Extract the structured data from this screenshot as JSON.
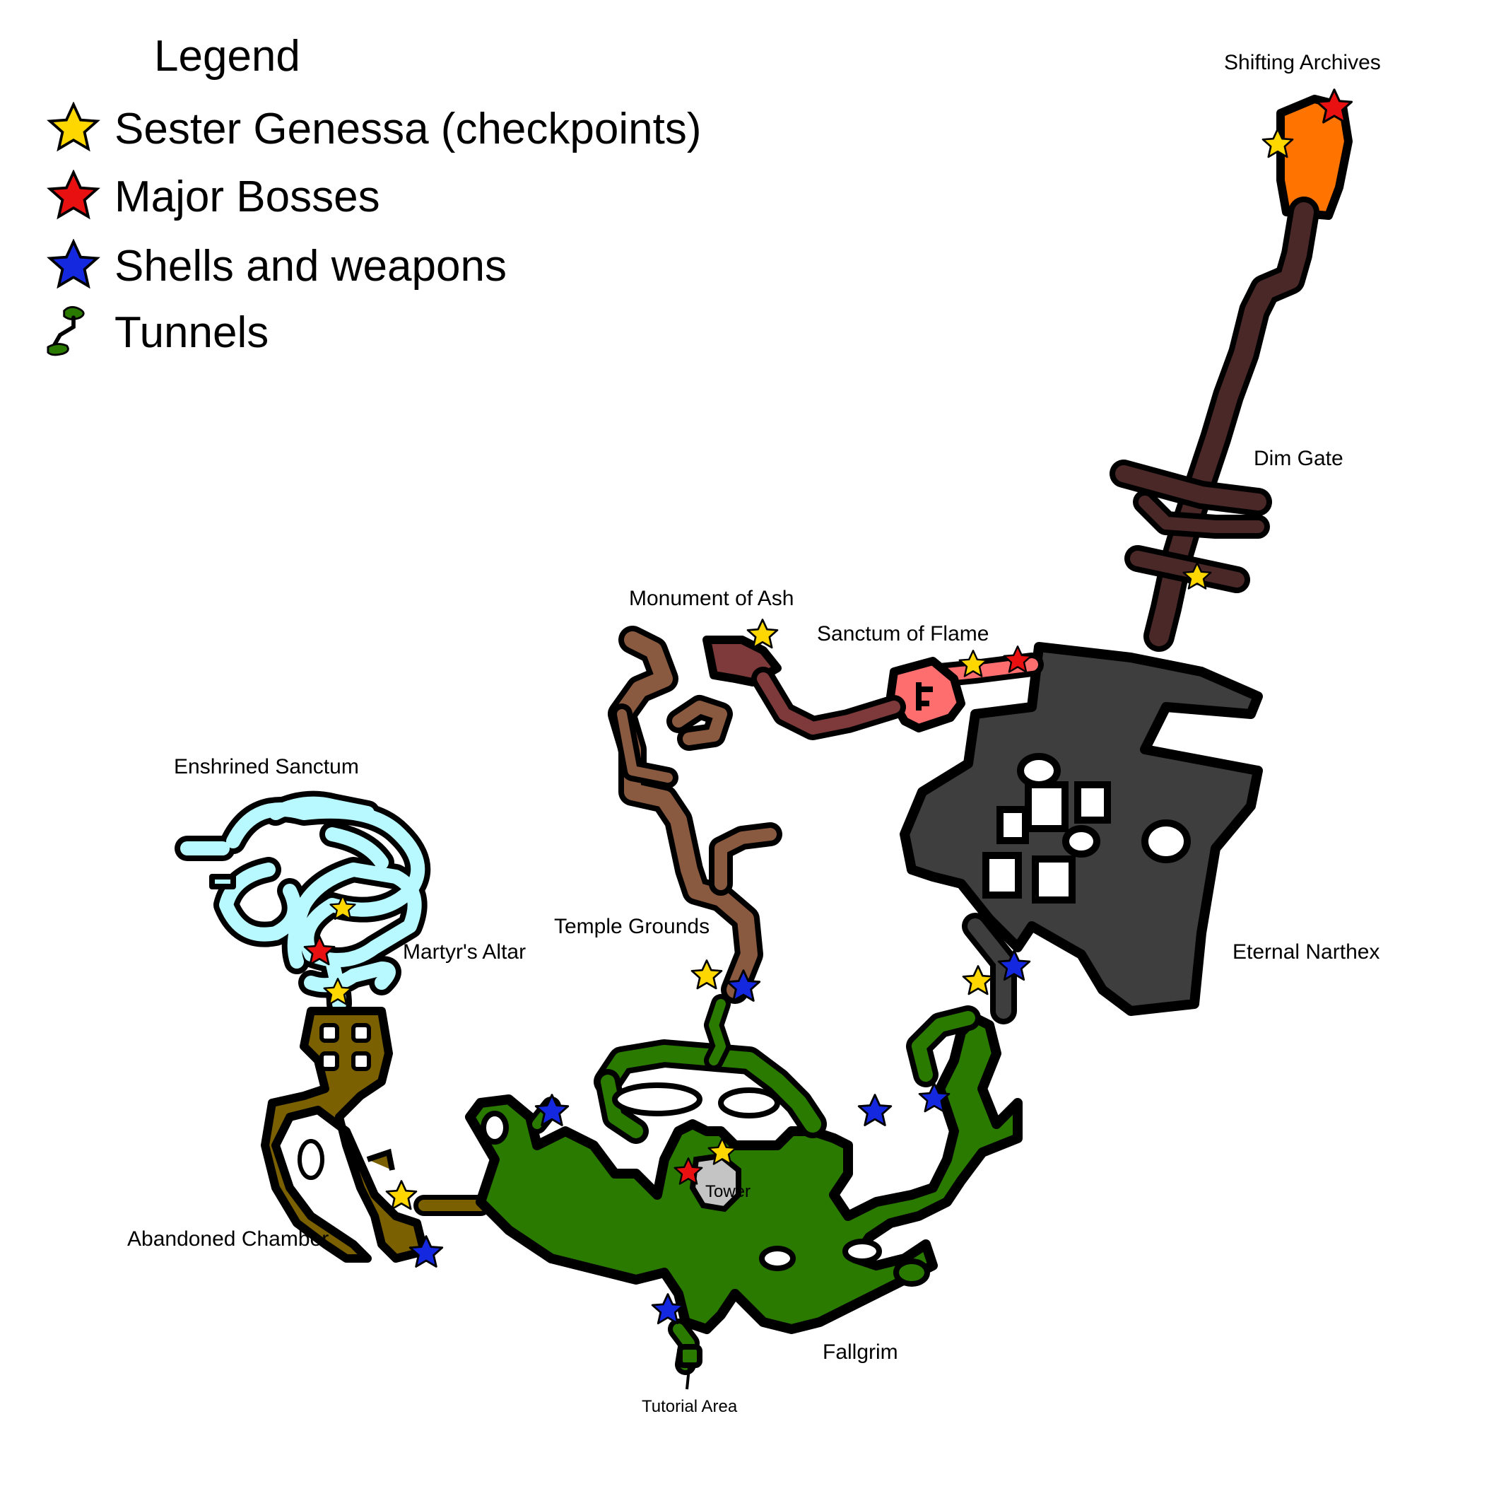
{
  "legend": {
    "title": "Legend",
    "items": [
      {
        "label": "Sester Genessa (checkpoints)",
        "icon": "yellow-star-icon",
        "color": "#FFD700"
      },
      {
        "label": "Major Bosses",
        "icon": "red-star-icon",
        "color": "#E81010"
      },
      {
        "label": "Shells and weapons",
        "icon": "blue-star-icon",
        "color": "#1428E0"
      },
      {
        "label": "Tunnels",
        "icon": "tunnel-icon",
        "color": "#2A7A00"
      }
    ]
  },
  "regions": {
    "shifting_archives": {
      "label": "Shifting Archives",
      "color": "#FF7300"
    },
    "dim_gate": {
      "label": "Dim Gate",
      "color": "#4A2828"
    },
    "monument_of_ash": {
      "label": "Monument of Ash",
      "color": "#7E3A3A"
    },
    "sanctum_of_flame": {
      "label": "Sanctum of Flame",
      "color": "#FF6E6E"
    },
    "enshrined_sanctum": {
      "label": "Enshrined Sanctum",
      "color": "#B8F8FF"
    },
    "martyrs_altar": {
      "label": "Martyr's Altar"
    },
    "temple_grounds": {
      "label": "Temple Grounds",
      "color": "#8A5A40"
    },
    "eternal_narthex": {
      "label": "Eternal Narthex",
      "color": "#3E3E3E"
    },
    "abandoned_chamber": {
      "label": "Abandoned Chamber",
      "color": "#7A6000"
    },
    "tower": {
      "label": "Tower",
      "color": "#C4C4C4"
    },
    "fallgrim": {
      "label": "Fallgrim",
      "color": "#2A7A00"
    },
    "tutorial_area": {
      "label": "Tutorial Area"
    }
  }
}
